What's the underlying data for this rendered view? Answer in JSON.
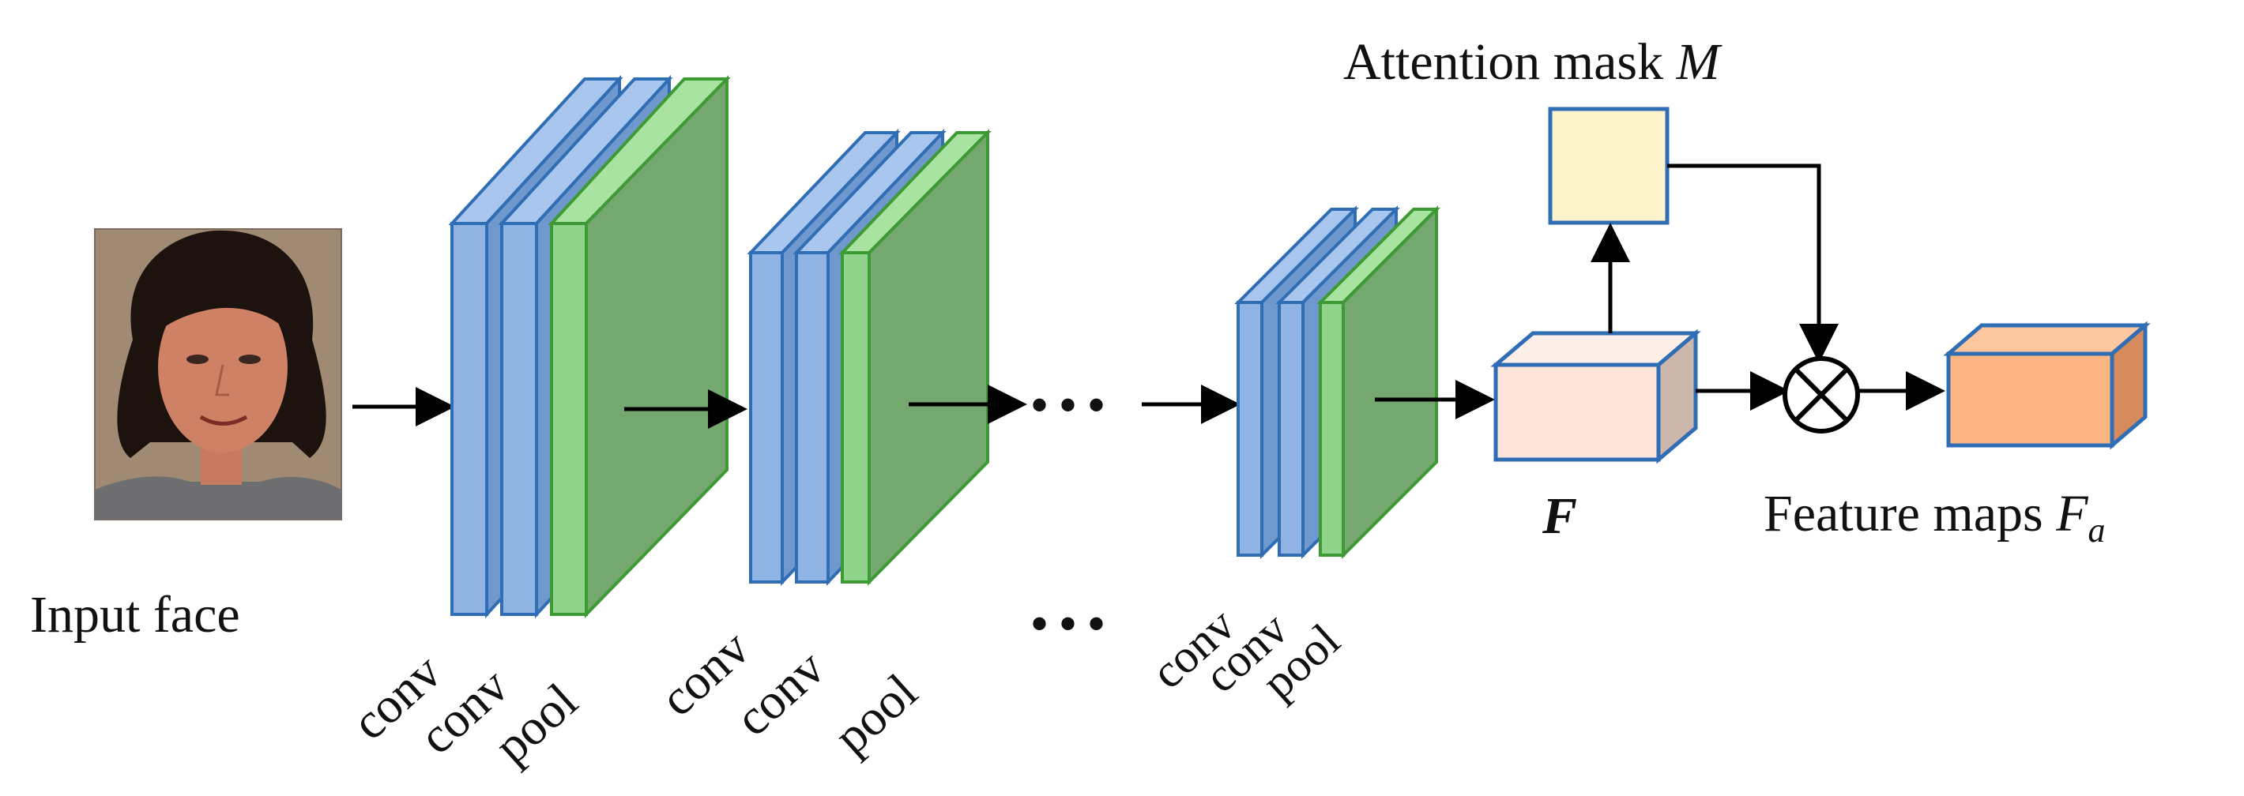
{
  "labels": {
    "input_face": "Input face",
    "attention_mask_prefix": "Attention mask ",
    "attention_mask_symbol": "M",
    "feature_F": "F",
    "feature_maps_prefix": "Feature maps ",
    "feature_maps_symbol": "F",
    "feature_maps_subscript": "a",
    "ellipsis": "• • •",
    "multiply_symbol": "⊗"
  },
  "blocks": [
    {
      "layers": [
        "conv",
        "conv",
        "pool"
      ]
    },
    {
      "layers": [
        "conv",
        "conv",
        "pool"
      ]
    },
    {
      "layers": [
        "conv",
        "conv",
        "pool"
      ]
    }
  ],
  "colors": {
    "conv_fill": "#8fb4e3",
    "conv_stroke": "#2f6db5",
    "pool_fill": "#8fd48a",
    "pool_side": "#74a86e",
    "pool_stroke": "#3e9a35",
    "mask_fill": "#fdf3cd",
    "feature_F_fill": "#fde4d8",
    "feature_Fa_fill": "#fbb683",
    "box_stroke": "#2f6db5",
    "photo_background": "#a08a73"
  }
}
